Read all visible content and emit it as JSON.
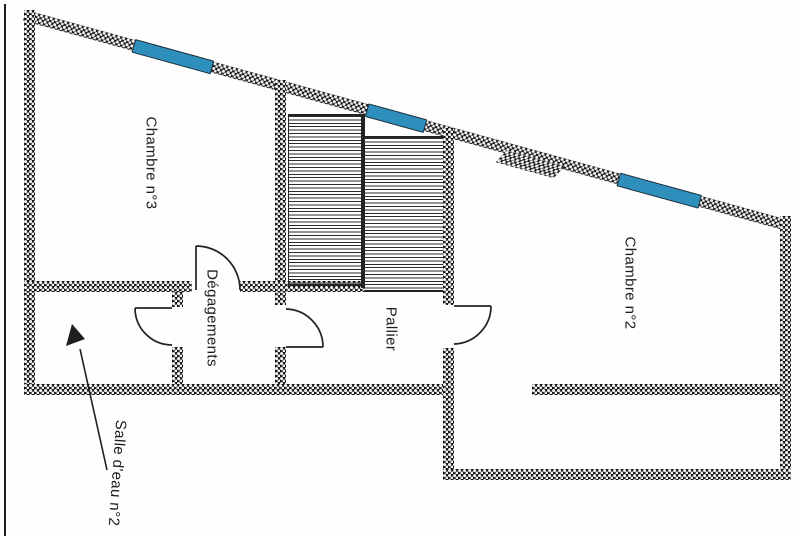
{
  "plan": {
    "rooms": [
      {
        "id": "chambre3",
        "label": "Chambre n°3"
      },
      {
        "id": "degagements",
        "label": "Dégagements"
      },
      {
        "id": "pallier",
        "label": "Pallier"
      },
      {
        "id": "chambre2",
        "label": "Chambre n°2"
      },
      {
        "id": "salle_eau",
        "label": "Salle d'eau n°2"
      }
    ],
    "features": {
      "windows": 3,
      "doors": 4,
      "staircase_flights": 2
    },
    "colors": {
      "paper": "#fefefe",
      "wall_ink": "#151515",
      "window_blue": "#2e8fbd",
      "line_ink": "#222222"
    }
  }
}
